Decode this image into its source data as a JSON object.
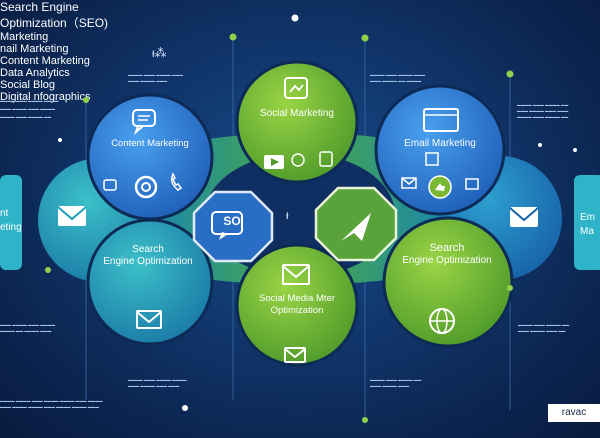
{
  "center": {
    "seo_badge": "SO",
    "connector_glyph": "ᵻ"
  },
  "circles": {
    "content_marketing": {
      "label": "Content Marketing"
    },
    "social_marketing": {
      "label": "Social Marketing"
    },
    "email_marketing": {
      "label": "Email Marketing"
    },
    "search_engine_optimization": {
      "line1": "Search",
      "line2": "Engine Optimization"
    },
    "search_engine_optimization_bottom": {
      "line1": "Search",
      "line2": "Engine Optimization"
    },
    "social_media_optimization": {
      "line1": "Social Media Mter",
      "line2": "Optimization"
    }
  },
  "side_labels": {
    "top_right_title_line1": "Search Engine",
    "top_right_title_line2": "Optimization（SEO)",
    "marketing_right": "Marketing",
    "email_marketing_left": "nail Marketing",
    "content_marketing_right": "Content Marketing",
    "data_analytics": "Data Analytics",
    "social_blog": "Social Blog",
    "digital_infographics": "Digital nfographics",
    "left_tab": "nt",
    "left_tab2": "eting",
    "right_tab": "Em",
    "right_tab2": "Ma",
    "watermark": "ravac",
    "top_left_logo": "ᵻ⁂"
  },
  "colors": {
    "blue_circle": "#2f7fd8",
    "green_circle": "#7ab833",
    "teal_circle": "#1f9fb8",
    "dark_navy": "#0b2550",
    "accent_green": "#8fd14a"
  },
  "icons": [
    "chat-icon",
    "at-sign-icon",
    "phone-icon",
    "image-icon",
    "browser-window-icon",
    "mail-icon",
    "thumbs-up-icon",
    "globe-icon",
    "play-icon",
    "send-icon",
    "hand-icon"
  ]
}
